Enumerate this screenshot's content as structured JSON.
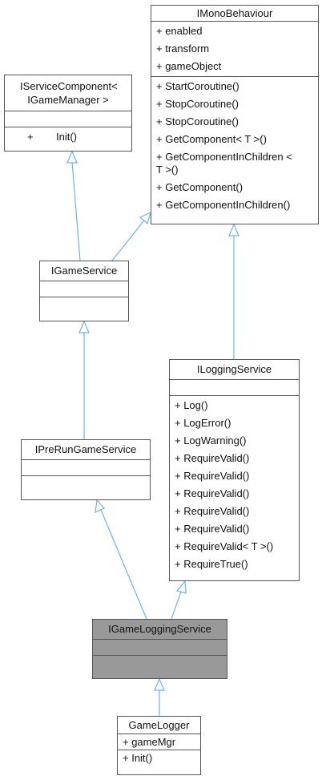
{
  "classes": {
    "monobehaviour": {
      "title": "IMonoBehaviour",
      "attributes": [
        "+ enabled",
        "+ transform",
        "+ gameObject"
      ],
      "methods": [
        "+ StartCoroutine()",
        "+ StopCoroutine()",
        "+ StopCoroutine()",
        "+ GetComponent< T >()",
        "+ GetComponentInChildren < T >()",
        "+ GetComponent()",
        "+ GetComponentInChildren()"
      ]
    },
    "service_component": {
      "title": "IServiceComponent< IGameManager >",
      "method_vis": "+",
      "method_name": "Init()"
    },
    "game_service": {
      "title": "IGameService"
    },
    "logging_service": {
      "title": "ILoggingService",
      "methods": [
        "+ Log()",
        "+ LogError()",
        "+ LogWarning()",
        "+ RequireValid()",
        "+ RequireValid()",
        "+ RequireValid()",
        "+ RequireValid()",
        "+ RequireValid()",
        "+ RequireValid< T >()",
        "+ RequireTrue()"
      ]
    },
    "prerun_service": {
      "title": "IPreRunGameService"
    },
    "game_logging_service": {
      "title": "IGameLoggingService"
    },
    "game_logger": {
      "title": "GameLogger",
      "attributes": [
        "+ gameMgr"
      ],
      "methods": [
        "+ Init()"
      ]
    }
  },
  "colors": {
    "arrow": "#6BB5F0",
    "border": "#555555",
    "highlight": "#999999"
  }
}
